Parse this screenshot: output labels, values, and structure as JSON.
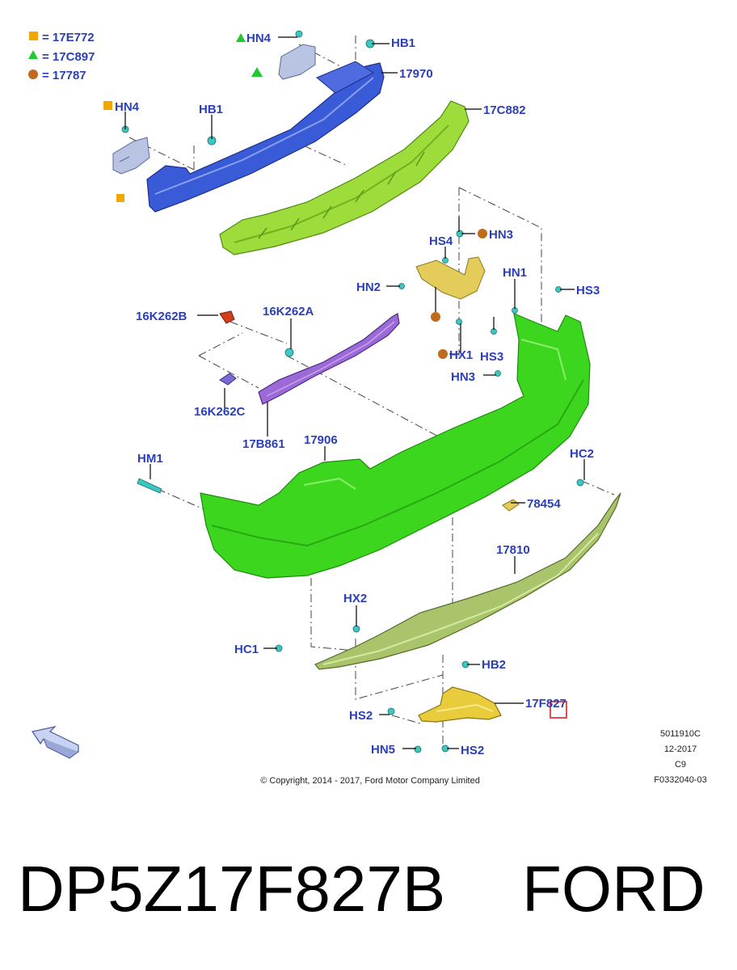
{
  "legend": [
    {
      "symbol": "square",
      "color": "#f0a800",
      "text": "= 17E772"
    },
    {
      "symbol": "triangle",
      "color": "#22c832",
      "text": "= 17C897"
    },
    {
      "symbol": "circle",
      "color": "#c06a1e",
      "text": "= 17787"
    }
  ],
  "callouts": {
    "hn4_top": "HN4",
    "hb1_top": "HB1",
    "p17970": "17970",
    "hn4_left": "HN4",
    "hb1_left": "HB1",
    "p17c882": "17C882",
    "hs4": "HS4",
    "hn3_top": "HN3",
    "hn2": "HN2",
    "hn1": "HN1",
    "hs3_right": "HS3",
    "p16k262b": "16K262B",
    "p16k262a": "16K262A",
    "hx1": "HX1",
    "hs3_mid": "HS3",
    "hn3_mid": "HN3",
    "p16k262c": "16K262C",
    "p17b861": "17B861",
    "p17906": "17906",
    "hm1": "HM1",
    "hc2": "HC2",
    "p78454": "78454",
    "p17810": "17810",
    "hx2": "HX2",
    "hc1": "HC1",
    "hb2": "HB2",
    "p17f827": "17F827",
    "hs2_left": "HS2",
    "hn5": "HN5",
    "hs2_bottom": "HS2"
  },
  "info_block": {
    "line1": "5011910C",
    "line2": "12-2017",
    "line3": "C9",
    "line4": "F0332040-03"
  },
  "copyright": "© Copyright, 2014 - 2017, Ford Motor Company Limited",
  "part_number": "DP5Z17F827B",
  "brand": "FORD",
  "colors": {
    "label_blue": "#2a3fb8",
    "reinforcement_blue": "#3a5bd8",
    "absorber_lime": "#9edc3c",
    "bumper_green": "#3cd61e",
    "valance_olive": "#a9c46a",
    "bracket_gold": "#e3cc5a",
    "bar_purple": "#9c6ad6",
    "clip_teal": "#3cc7c2",
    "highlight_red": "#e02020"
  },
  "icons": [
    "direction-arrow-icon"
  ]
}
